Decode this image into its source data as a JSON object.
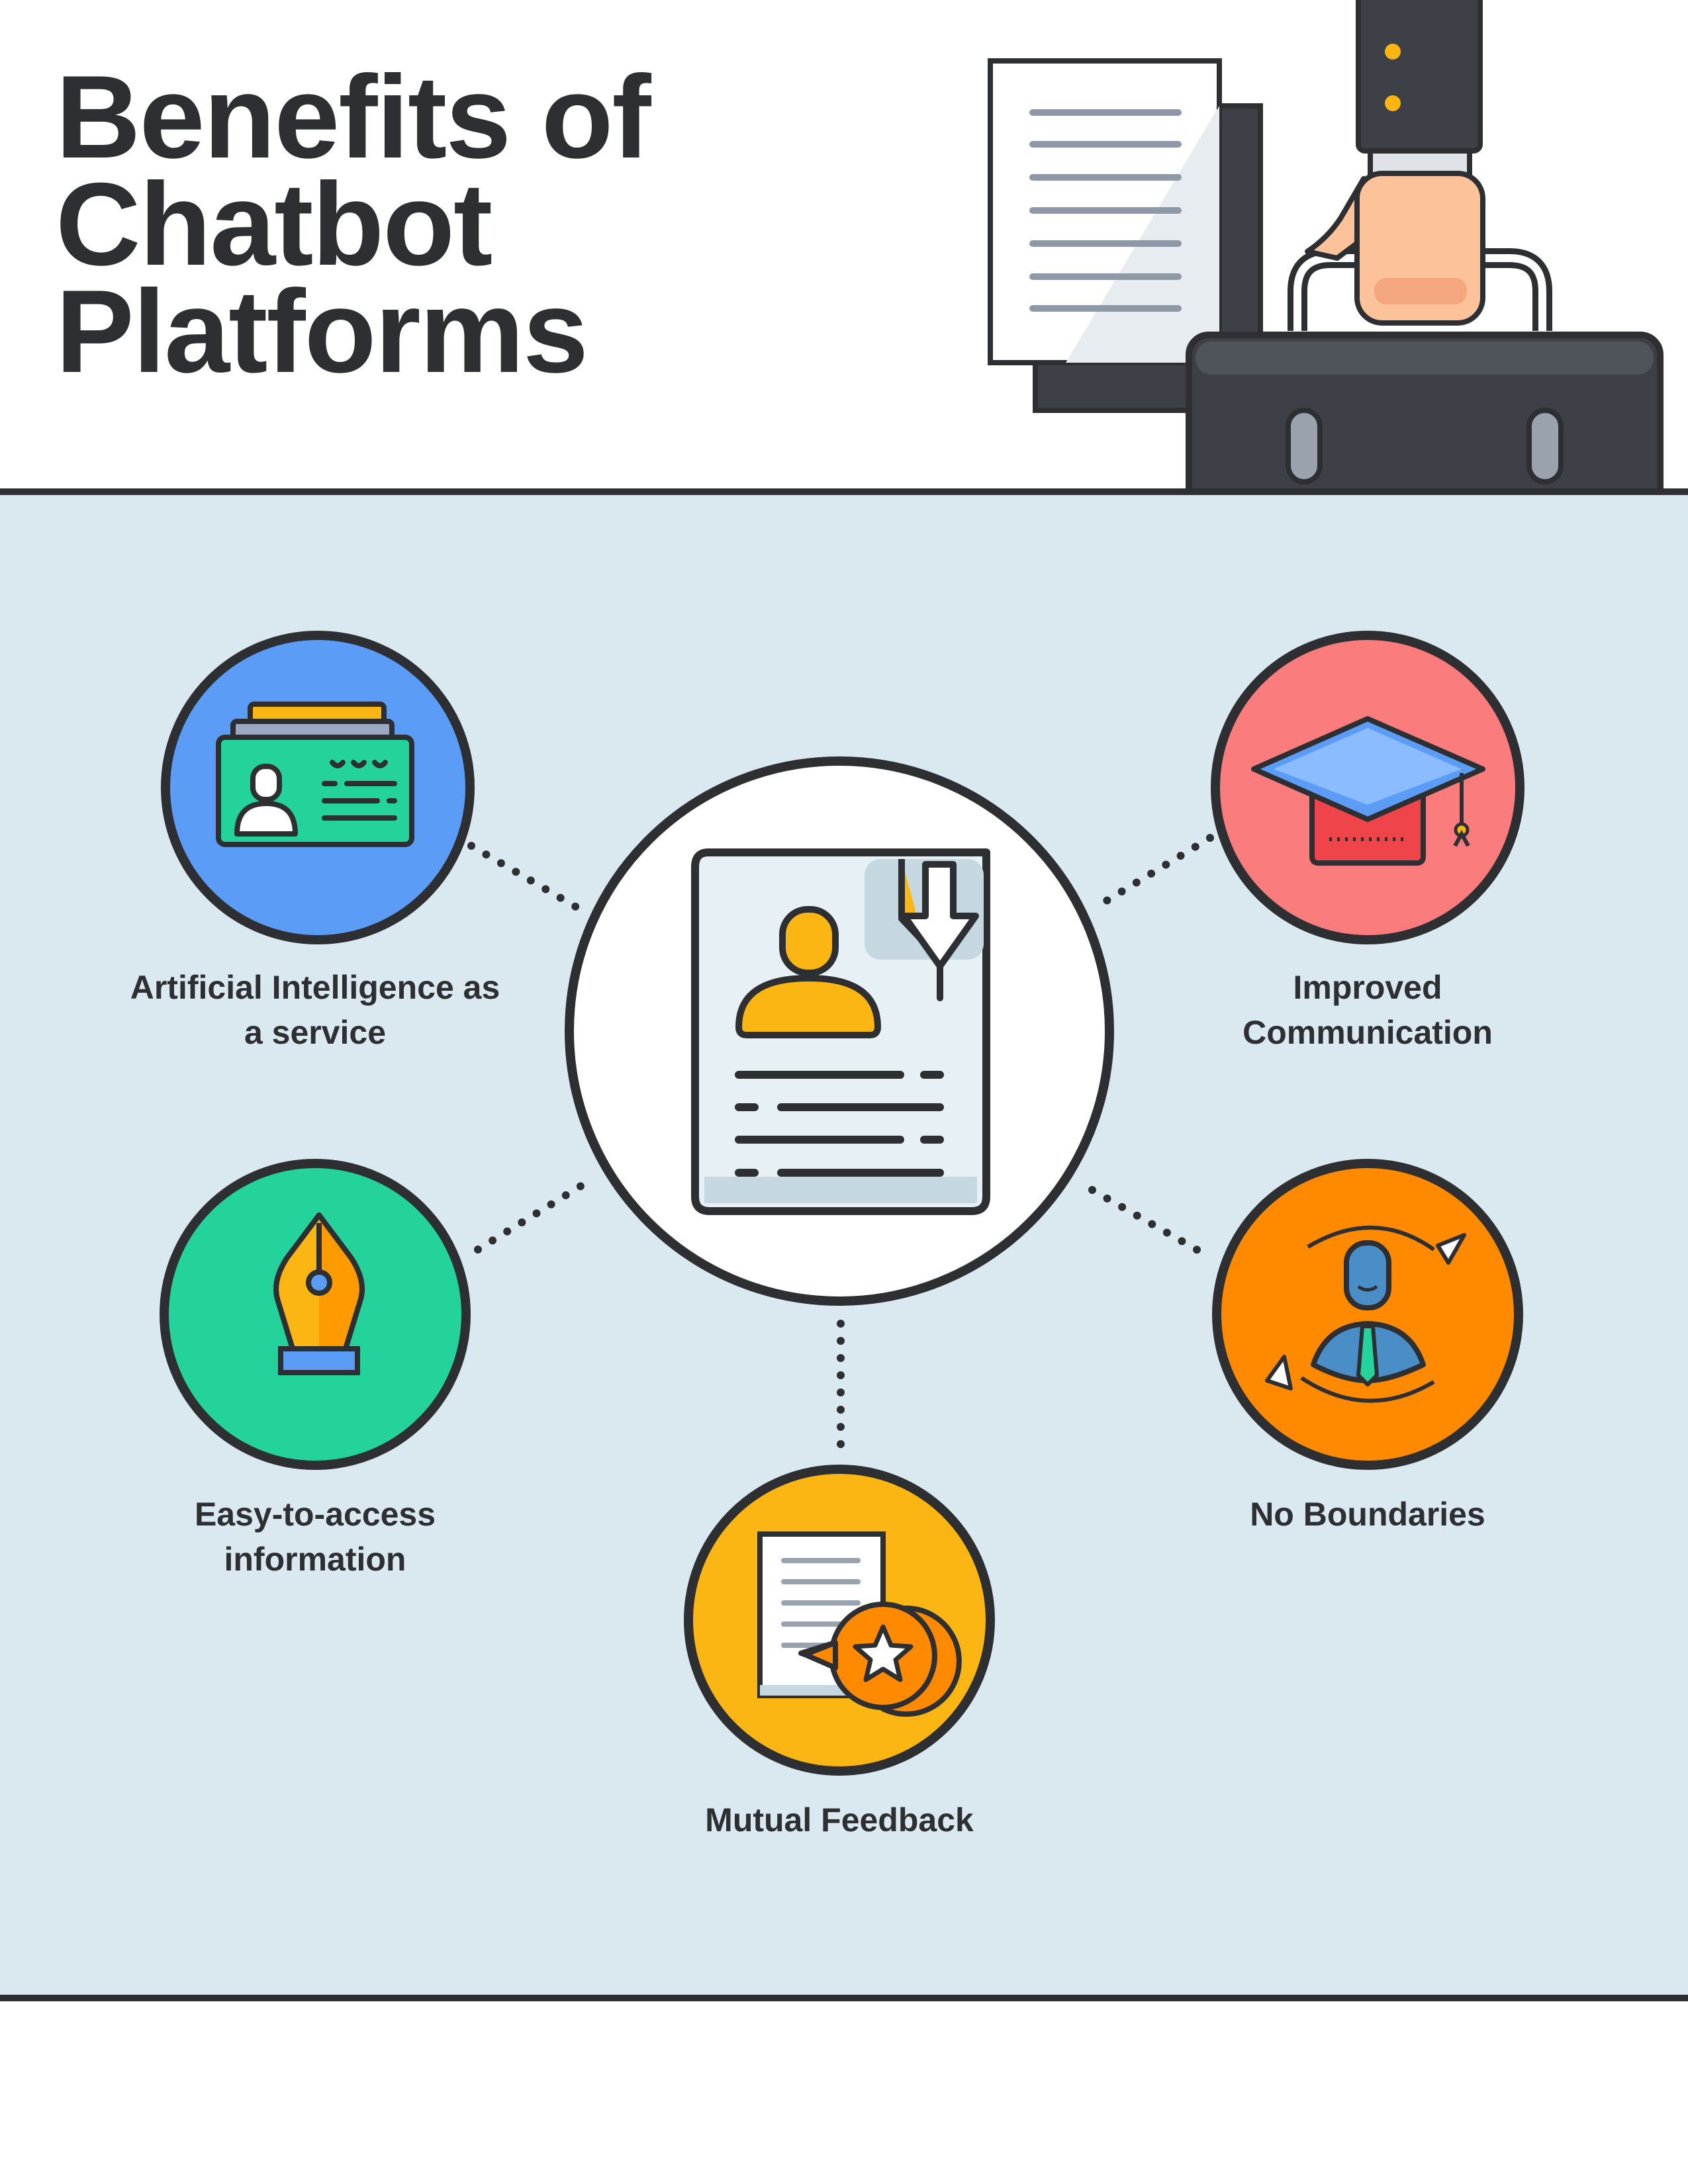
{
  "header": {
    "title_lines": [
      "Benefits of",
      "Chatbot",
      "Platforms"
    ],
    "illustration": "hand-holding-briefcase-with-document"
  },
  "center": {
    "icon": "resume-download-icon"
  },
  "benefits": [
    {
      "label": "Artificial Intelligence as a service",
      "icon": "id-cards-icon",
      "color": "#5b9cf6"
    },
    {
      "label": "Improved Communication",
      "icon": "graduation-cap-icon",
      "color": "#fb7c7c"
    },
    {
      "label": "Easy-to-access information",
      "icon": "fountain-pen-icon",
      "color": "#24d39b"
    },
    {
      "label": "No Boundaries",
      "icon": "rotating-person-icon",
      "color": "#ff8a00"
    },
    {
      "label": "Mutual Feedback",
      "icon": "document-star-icon",
      "color": "#fbb614"
    }
  ],
  "colors": {
    "outline": "#2d2f33",
    "panel_bg": "#dae8ef",
    "accent_yellow": "#fbb614",
    "center_bg": "#ffffff"
  }
}
